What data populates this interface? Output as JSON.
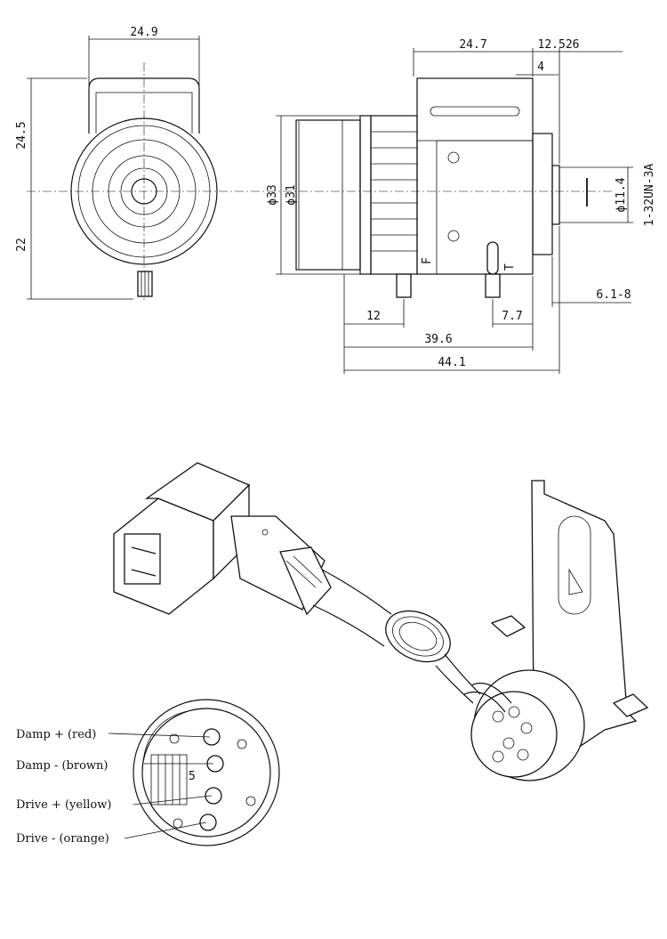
{
  "dimensions": {
    "front_width": "24.9",
    "front_top_height": "24.5",
    "front_bottom_height": "22",
    "side_body_length": "24.7",
    "side_flange": "12.526",
    "side_gap": "4",
    "diameter_outer": "ϕ33",
    "diameter_inner": "ϕ31",
    "diameter_mount": "ϕ11.4",
    "thread": "1-32UN-3A",
    "thread_depth": "6.1-8",
    "focus_knob_offset": "12",
    "iris_knob_offset": "7.7",
    "length_body": "39.6",
    "length_total": "44.1"
  },
  "ring_marks": {
    "focus_mark": "F",
    "iris_mark": "T"
  },
  "connector_pins": [
    {
      "label": "Damp +  (red)"
    },
    {
      "label": "Damp -  (brown)"
    },
    {
      "label": "Drive + (yellow)"
    },
    {
      "label": "Drive - (orange)"
    }
  ],
  "pin_number": "5"
}
